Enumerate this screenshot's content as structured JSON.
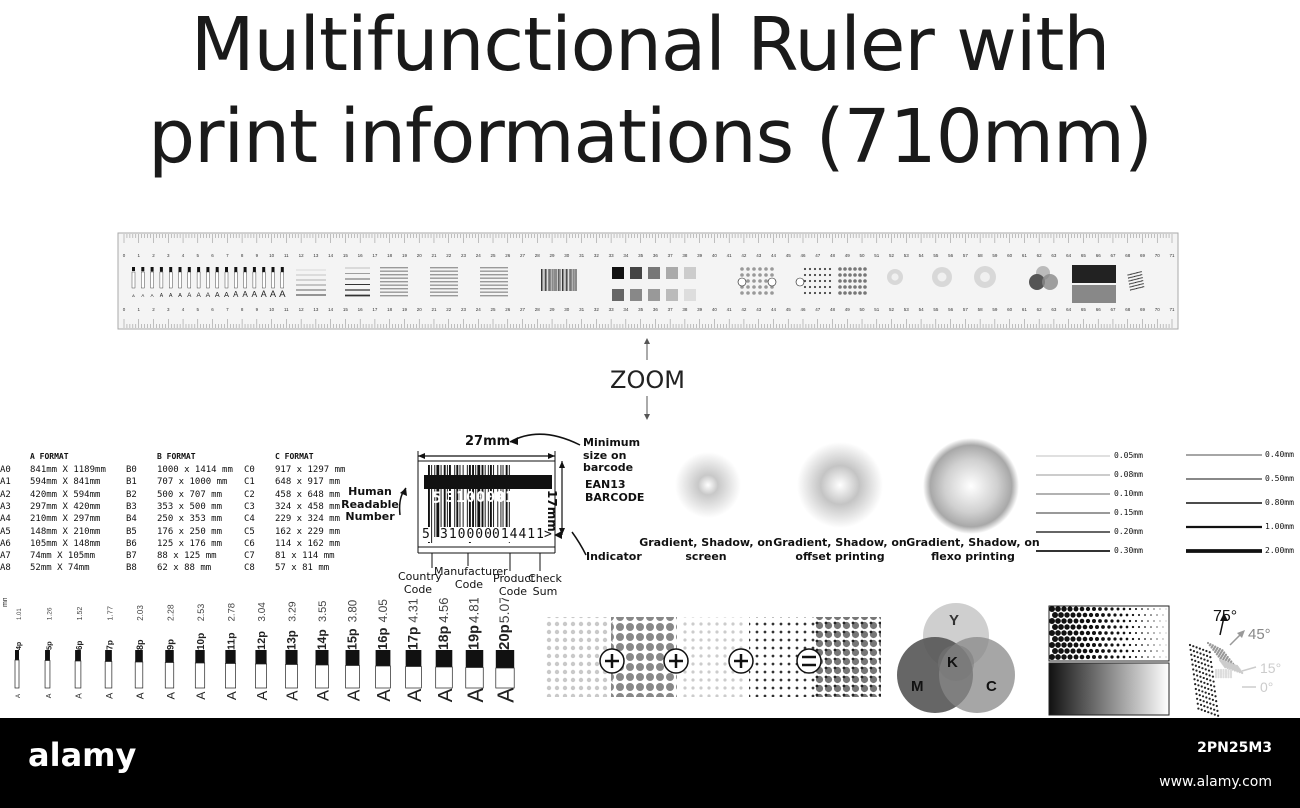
{
  "title": {
    "line1": "Multifunctional Ruler with",
    "line2": "print informations (710mm)"
  },
  "zoom_label": "ZOOM",
  "formats": {
    "a": {
      "head": "A FORMAT",
      "rows": [
        {
          "k": "A0",
          "v": "841mm X 1189mm"
        },
        {
          "k": "A1",
          "v": "594mm X 841mm"
        },
        {
          "k": "A2",
          "v": "420mm X 594mm"
        },
        {
          "k": "A3",
          "v": "297mm X 420mm"
        },
        {
          "k": "A4",
          "v": "210mm X 297mm"
        },
        {
          "k": "A5",
          "v": "148mm X 210mm"
        },
        {
          "k": "A6",
          "v": "105mm X 148mm"
        },
        {
          "k": "A7",
          "v": "74mm  X 105mm"
        },
        {
          "k": "A8",
          "v": "52mm  X 74mm"
        }
      ]
    },
    "b": {
      "head": "B FORMAT",
      "rows": [
        {
          "k": "B0",
          "v": "1000 x 1414 mm"
        },
        {
          "k": "B1",
          "v": "707 x 1000 mm"
        },
        {
          "k": "B2",
          "v": "500 x 707 mm"
        },
        {
          "k": "B3",
          "v": "353 x 500 mm"
        },
        {
          "k": "B4",
          "v": "250 x 353 mm"
        },
        {
          "k": "B5",
          "v": "176 x 250 mm"
        },
        {
          "k": "B6",
          "v": "125 x 176 mm"
        },
        {
          "k": "B7",
          "v": "88 x 125 mm"
        },
        {
          "k": "B8",
          "v": "62 x 88 mm"
        }
      ]
    },
    "c": {
      "head": "C FORMAT",
      "rows": [
        {
          "k": "C0",
          "v": "917 x 1297 mm"
        },
        {
          "k": "C1",
          "v": "648 x 917 mm"
        },
        {
          "k": "C2",
          "v": "458 x 648 mm"
        },
        {
          "k": "C3",
          "v": "324 x 458 mm"
        },
        {
          "k": "C4",
          "v": "229 x 324 mm"
        },
        {
          "k": "C5",
          "v": "162 x 229 mm"
        },
        {
          "k": "C6",
          "v": "114 x 162 mm"
        },
        {
          "k": "C7",
          "v": "81 x 114 mm"
        },
        {
          "k": "C8",
          "v": "57 x 81 mm"
        }
      ]
    }
  },
  "barcode": {
    "width_label": "27mm",
    "height_label": "17mm",
    "min_size": "Minimum size on barcode",
    "ean": "EAN13 BARCODE",
    "human": "Human Readable Number",
    "indicator": "Indicator",
    "country": "Country Code",
    "manufacturer": "Manufacturer Code",
    "product": "Product Code",
    "check": "Check Sum",
    "digits_top_first": "5",
    "digits_top_a": "310000",
    "digits_top_b": "014411",
    "digits_bottom_first": "5",
    "digits_bottom_a": "310000",
    "digits_bottom_b": "014411",
    "digits_bottom_end": ">"
  },
  "gradients": [
    {
      "caption": "Gradient, Shadow, on screen"
    },
    {
      "caption": "Gradient, Shadow, on offset printing"
    },
    {
      "caption": "Gradient, Shadow, on flexo printing"
    }
  ],
  "lines_left": [
    "0.05mm",
    "0.08mm",
    "0.10mm",
    "0.15mm",
    "0.20mm",
    "0.30mm"
  ],
  "lines_right": [
    "0.40mm",
    "0.50mm",
    "0.80mm",
    "1.00mm",
    "2.00mm"
  ],
  "font_sizes": {
    "unit": "mm",
    "pt": [
      "4p",
      "5p",
      "6p",
      "7p",
      "8p",
      "9p",
      "10p",
      "11p",
      "12p",
      "13p",
      "14p",
      "15p",
      "16p",
      "17p",
      "18p",
      "19p",
      "20p"
    ],
    "mm": [
      "1.01",
      "1.26",
      "1.52",
      "1.77",
      "2.03",
      "2.28",
      "2.53",
      "2.78",
      "3.04",
      "3.29",
      "3.55",
      "3.80",
      "4.05",
      "4.31",
      "4.56",
      "4.81",
      "5.07"
    ],
    "letter": "A"
  },
  "cmyk": {
    "y": "Y",
    "m": "M",
    "k": "K",
    "c": "C"
  },
  "angles": [
    "75°",
    "45°",
    "15°",
    "0°"
  ],
  "ruler_numbers": [
    "0",
    "1",
    "2",
    "3",
    "4",
    "5",
    "6",
    "7",
    "8",
    "9",
    "10",
    "11",
    "12",
    "13",
    "14",
    "15",
    "16",
    "17",
    "18",
    "19",
    "20",
    "21",
    "22",
    "23",
    "24",
    "25",
    "26",
    "27",
    "28",
    "29",
    "30",
    "31",
    "32",
    "33",
    "34",
    "35",
    "36",
    "37",
    "38",
    "39",
    "40",
    "41",
    "42",
    "43",
    "44",
    "45",
    "46",
    "47",
    "48",
    "49",
    "50",
    "51",
    "52",
    "53",
    "54",
    "55",
    "56",
    "57",
    "58",
    "59",
    "60",
    "61",
    "62",
    "63",
    "64",
    "65",
    "66",
    "67",
    "68",
    "69",
    "70",
    "71"
  ],
  "footer": {
    "brand": "alamy",
    "code": "2PN25M3",
    "url": "www.alamy.com"
  },
  "colors": {
    "footer_bg": "#000000",
    "ruler_bg": "#f2f2f2"
  }
}
